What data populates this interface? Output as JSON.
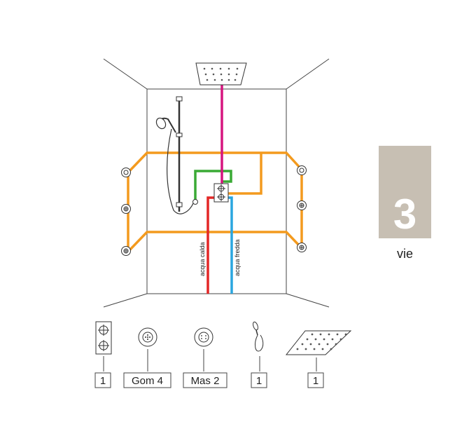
{
  "pipe_labels": {
    "hot": "acqua calda",
    "cold": "acqua fredda"
  },
  "components": [
    {
      "name": "mixer-valve",
      "quantity": "1"
    },
    {
      "name": "body-jet",
      "quantity": "Gom 4"
    },
    {
      "name": "massage-jet",
      "quantity": "Mas 2"
    },
    {
      "name": "hand-shower",
      "quantity": "1"
    },
    {
      "name": "overhead-shower",
      "quantity": "1"
    }
  ],
  "badge": {
    "number": "3",
    "caption": "vie"
  },
  "colors": {
    "hot": "#e32726",
    "cold": "#2aa6df",
    "overhead": "#d6157f",
    "hand": "#3aaa35",
    "jets": "#f39a1e",
    "badge": "#c7bfb3"
  }
}
